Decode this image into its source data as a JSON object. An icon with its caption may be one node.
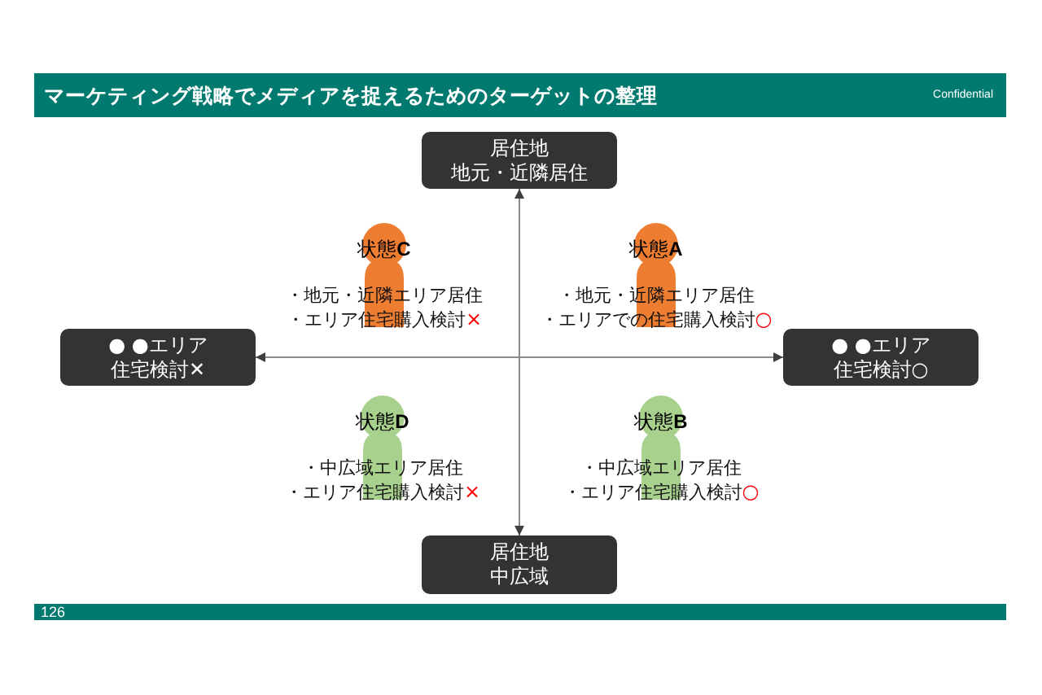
{
  "diagram": {
    "title": "マーケティング戦略でメディアを捉えるためのターゲットの整理",
    "nodes": [
      {
        "text": [
          "居住地",
          "地元・近隣居住"
        ]
      },
      {
        "text": [
          "状態**C**",
          "・地元・近隣エリア居住",
          "・エリア住宅購入検討",
          "×"
        ]
      },
      {
        "text": [
          "状態**A**",
          "・地元・近隣エリア居住",
          "・エリアでの住宅購入検討",
          "○"
        ]
      },
      {
        "text": [
          "● ●エリア",
          "住宅検討✕"
        ]
      },
      {
        "text": [
          "● ●エリア",
          "住宅検討○"
        ]
      },
      {
        "text": [
          "状態**D**",
          "・中広域エリア居住",
          "・エリア住宅購入検討",
          "×"
        ]
      },
      {
        "text": [
          "状態**B**",
          "・中広域エリア居住",
          "・エリア住宅購入検討",
          "○"
        ]
      },
      {
        "text": [
          "居住地",
          "中広域"
        ]
      }
    ],
    "edges": [
      {
        "from": 0,
        "to": 7,
        "arrow": "both"
      },
      {
        "from": 3,
        "to": 4,
        "arrow": "both"
      }
    ],
    "labels": [
      "Confidential",
      "126"
    ]
  }
}
